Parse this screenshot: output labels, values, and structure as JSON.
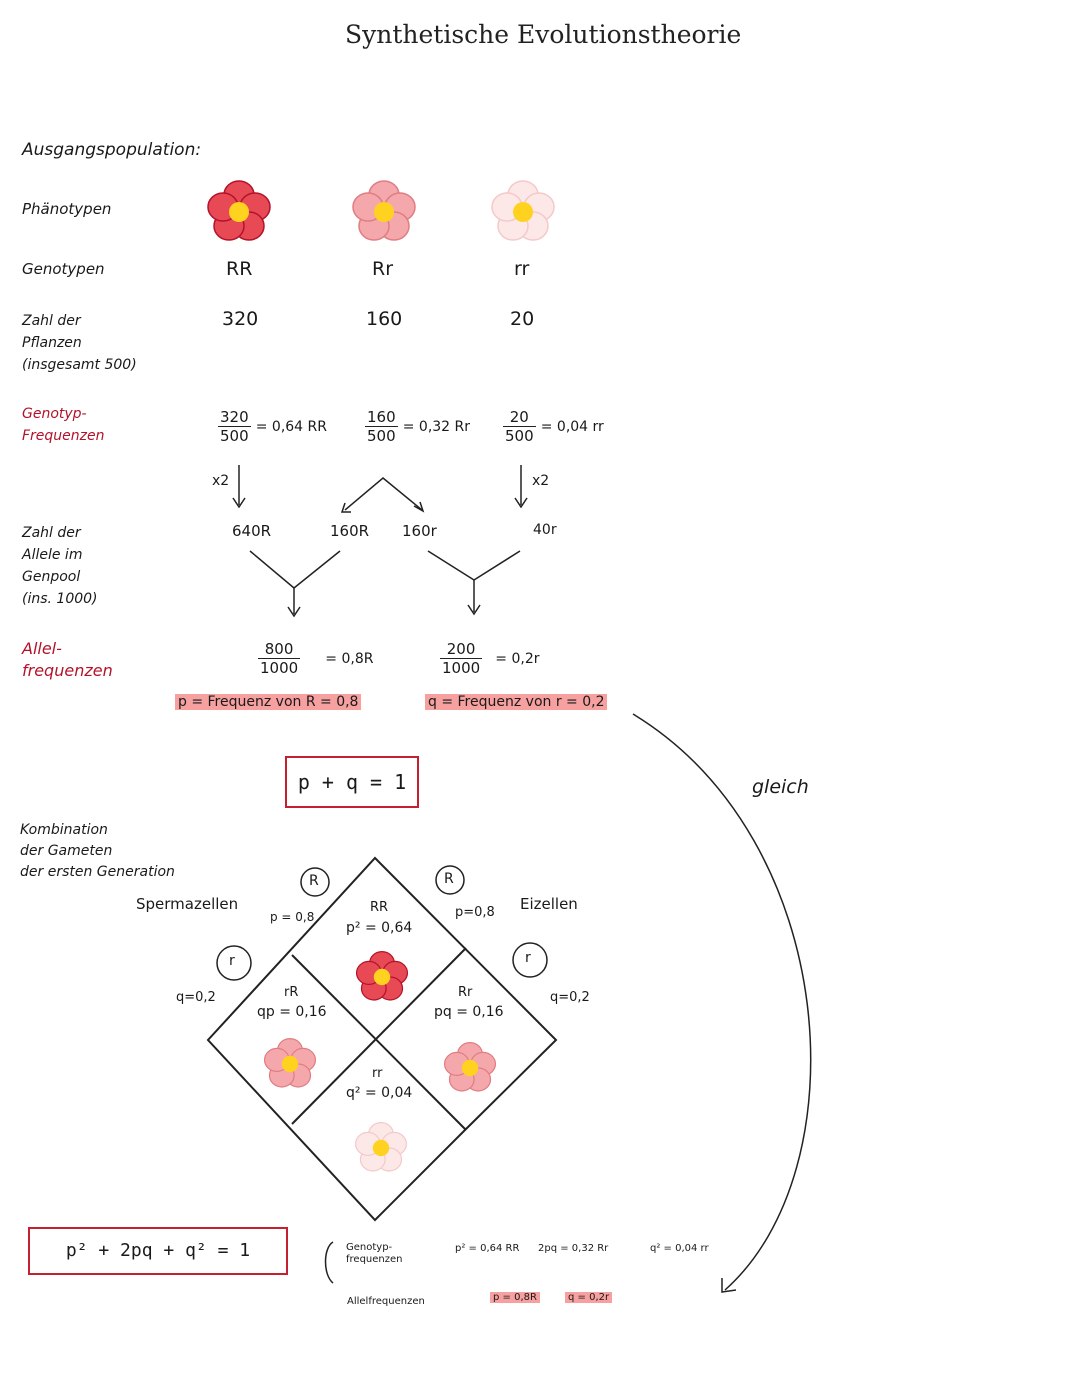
{
  "title": "Synthetische Evolutionstheorie",
  "section_heading": "Ausgangspopulation:",
  "rows": {
    "phenotypes": "Phänotypen",
    "genotypes": "Genotypen",
    "count_l1": "Zahl der",
    "count_l2": "Pflanzen",
    "count_l3": "(insgesamt 500)",
    "genofreq_l1": "Genotyp-",
    "genofreq_l2": "Frequenzen",
    "allelecount_l1": "Zahl der",
    "allelecount_l2": "Allele im",
    "allelecount_l3": "Genpool",
    "allelecount_l4": "(ins. 1000)",
    "allelefreq_l1": "Allel-",
    "allelefreq_l2": "frequenzen"
  },
  "genotypes": [
    {
      "name": "RR",
      "count": "320",
      "num": "320",
      "den": "500",
      "result": "= 0,64 RR",
      "flower": "red"
    },
    {
      "name": "Rr",
      "count": "160",
      "num": "160",
      "den": "500",
      "result": "= 0,32 Rr",
      "flower": "pink"
    },
    {
      "name": "rr",
      "count": "20",
      "num": "20",
      "den": "500",
      "result": "= 0,04 rr",
      "flower": "white"
    }
  ],
  "multipliers": {
    "left": "x2",
    "right": "x2"
  },
  "allele_counts": {
    "a": "640R",
    "b": "160R",
    "c": "160r",
    "d": "40r"
  },
  "allele_freq": {
    "p_num": "800",
    "p_den": "1000",
    "p_result": "= 0,8R",
    "q_num": "200",
    "q_den": "1000",
    "q_result": "= 0,2r",
    "p_note": "p = Frequenz von R = 0,8",
    "q_note": "q = Frequenz von r = 0,2"
  },
  "equation1": "p + q = 1",
  "side_note": "gleich",
  "combination": {
    "l1": "Kombination",
    "l2": "der Gameten",
    "l3": "der ersten Generation",
    "sperm": "Spermazellen",
    "egg": "Eizellen",
    "R_left": "R",
    "p_left": "p = 0,8",
    "r_left": "r",
    "q_left": "q=0,2",
    "R_right": "R",
    "p_right": "p=0,8",
    "r_right": "r",
    "q_right": "q=0,2",
    "cell_top_g": "RR",
    "cell_top_f": "p² = 0,64",
    "cell_left_g": "rR",
    "cell_left_f": "qp = 0,16",
    "cell_right_g": "Rr",
    "cell_right_f": "pq = 0,16",
    "cell_bottom_g": "rr",
    "cell_bottom_f": "q² = 0,04"
  },
  "equation2": "p² + 2pq + q² = 1",
  "summary": {
    "genofreq_l1": "Genotyp-",
    "genofreq_l2": "frequenzen",
    "allelefreq": "Allelfrequenzen",
    "p2": "p² = 0,64 RR",
    "twopq": "2pq = 0,32 Rr",
    "q2": "q² = 0,04 rr",
    "p": "p = 0,8R",
    "q": "q = 0,2r"
  },
  "colors": {
    "accent_red": "#b3122a",
    "highlight": "#f6a0a0",
    "box": "#c4202f",
    "flower_red": "#e84a55",
    "flower_pink": "#f5a8ab",
    "flower_white": "#fce3e4",
    "flower_center": "#ffd21f"
  }
}
